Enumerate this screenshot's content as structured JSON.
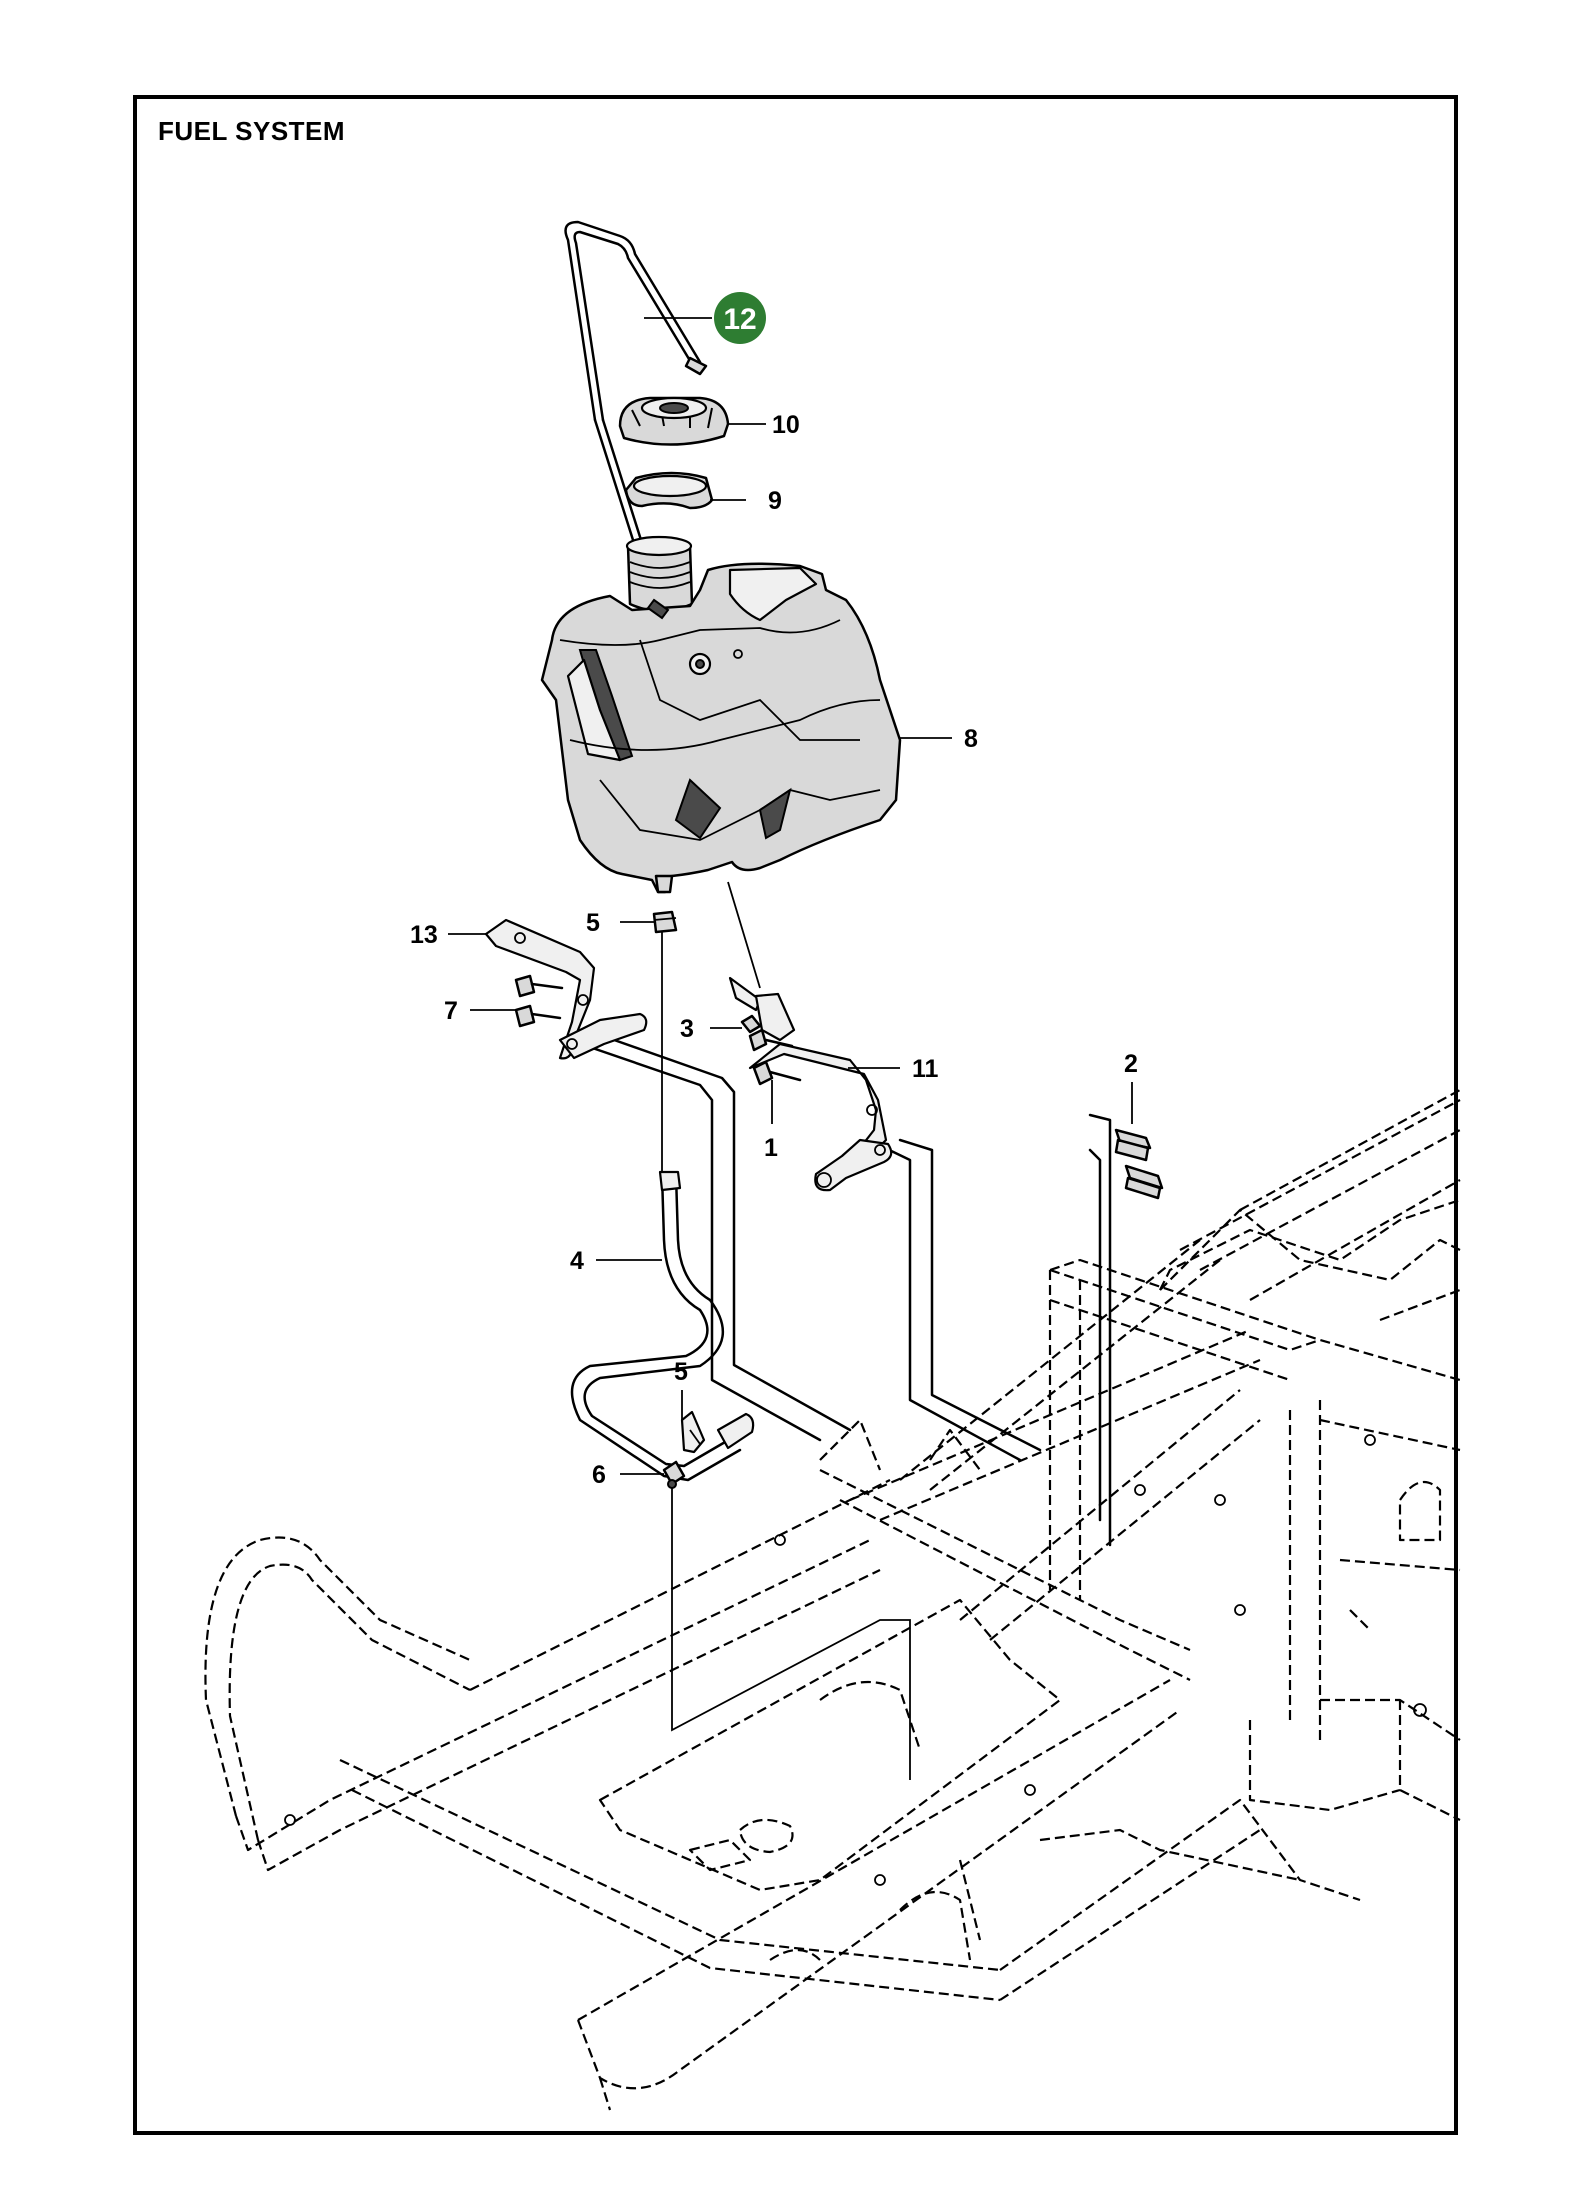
{
  "title": "FUEL SYSTEM",
  "highlight_color": "#2e7d32",
  "callouts": [
    {
      "id": "12",
      "label": "12",
      "highlighted": true
    },
    {
      "id": "10",
      "label": "10"
    },
    {
      "id": "9",
      "label": "9"
    },
    {
      "id": "8",
      "label": "8"
    },
    {
      "id": "5a",
      "label": "5"
    },
    {
      "id": "13",
      "label": "13"
    },
    {
      "id": "7",
      "label": "7"
    },
    {
      "id": "3",
      "label": "3"
    },
    {
      "id": "11",
      "label": "11"
    },
    {
      "id": "2",
      "label": "2"
    },
    {
      "id": "1",
      "label": "1"
    },
    {
      "id": "4",
      "label": "4"
    },
    {
      "id": "5b",
      "label": "5"
    },
    {
      "id": "6",
      "label": "6"
    }
  ]
}
